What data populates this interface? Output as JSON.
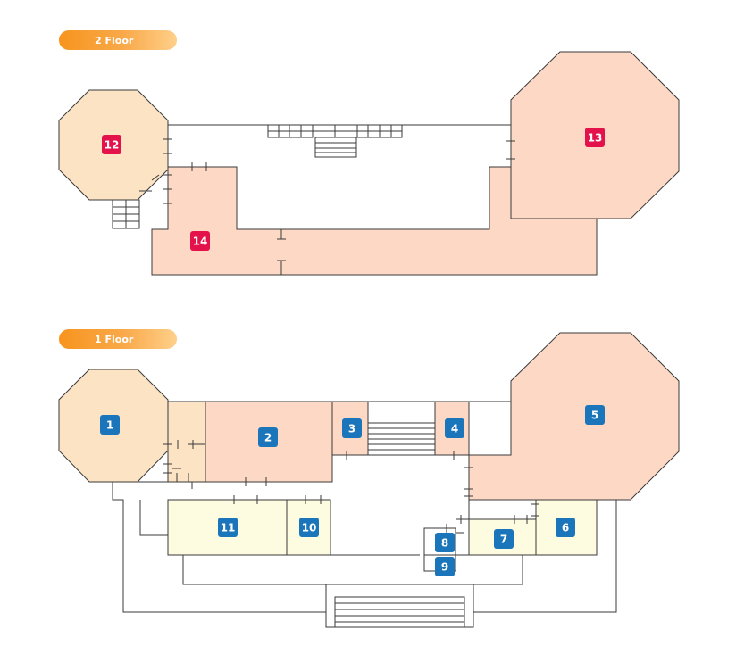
{
  "floor_labels": {
    "second": "2 Floor",
    "first": "1 Floor"
  },
  "colors": {
    "label_gradient_start": "#f7941d",
    "label_gradient_end": "#ffd08a",
    "badge_red": "#e3124b",
    "badge_blue": "#1b75bb",
    "room_peach": "#fdd9c5",
    "room_tan": "#fbe3c4",
    "room_cream": "#fdfbe0",
    "wall": "#3a3a3a"
  },
  "rooms": {
    "r1": "1",
    "r2": "2",
    "r3": "3",
    "r4": "4",
    "r5": "5",
    "r6": "6",
    "r7": "7",
    "r8": "8",
    "r9": "9",
    "r10": "10",
    "r11": "11",
    "r12": "12",
    "r13": "13",
    "r14": "14"
  }
}
